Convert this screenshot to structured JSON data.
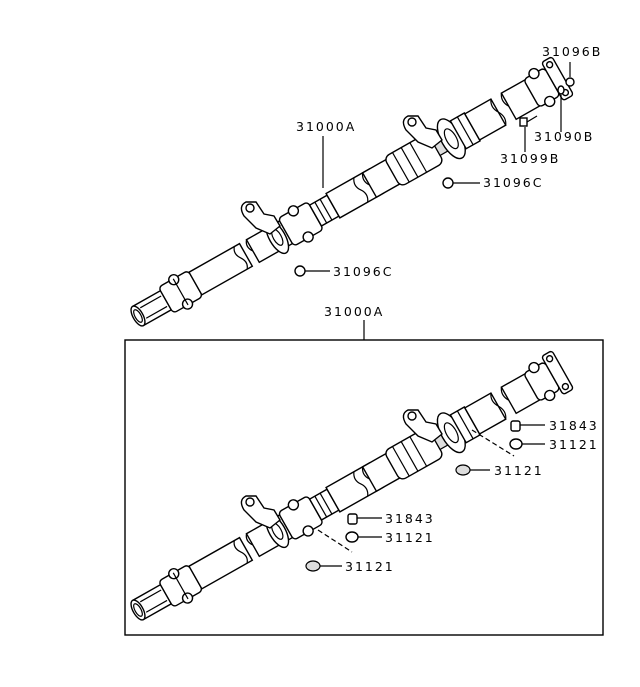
{
  "diagram": {
    "upper_assembly": {
      "labels": {
        "shaft": "31000A",
        "nut_flange": "31096B",
        "washer_flange": "31090B",
        "bolt_flange": "31099B",
        "nut_center_bearing_rear": "31096C",
        "nut_center_bearing_front": "31096C"
      }
    },
    "lower_assembly": {
      "box_label": "31000A",
      "labels": {
        "collar_rear": "31843",
        "bushing_rear_upper": "31121",
        "bushing_rear_lower": "31121",
        "collar_front": "31843",
        "bushing_front_upper": "31121",
        "bushing_front_lower": "31121"
      }
    }
  }
}
